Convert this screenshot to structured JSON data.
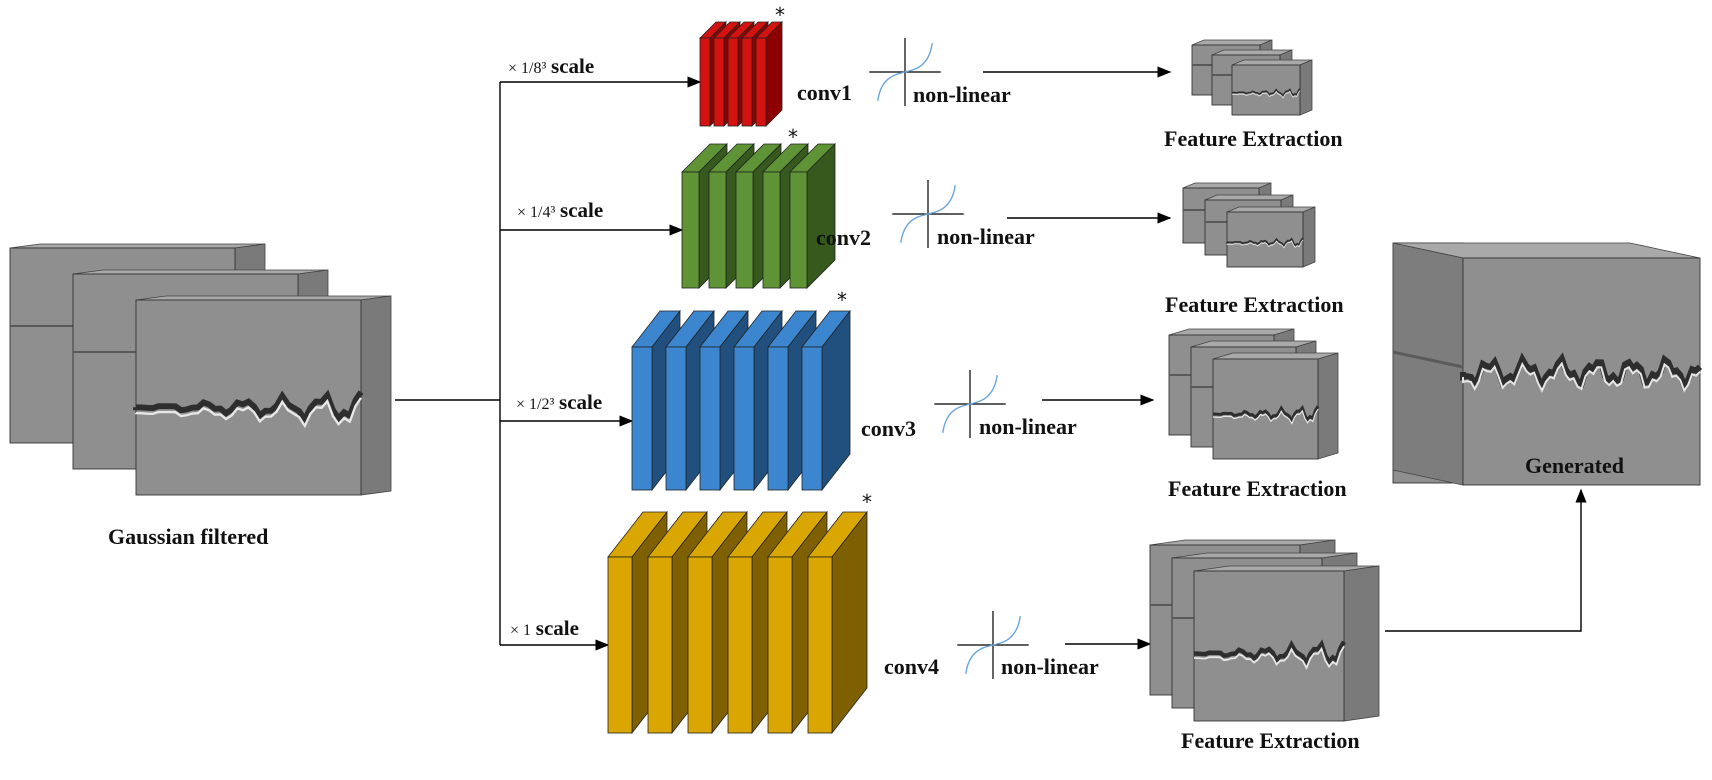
{
  "input": {
    "caption": "Gaussian filtered"
  },
  "branches": [
    {
      "scale_factor": "× 1/8³",
      "scale_word": "scale",
      "conv_label": "conv1",
      "activation_label": "non-linear",
      "output_caption": "Feature Extraction",
      "star": "*",
      "color_front": "#d4120f",
      "color_side": "#8e0000"
    },
    {
      "scale_factor": "× 1/4³",
      "scale_word": "scale",
      "conv_label": "conv2",
      "activation_label": "non-linear",
      "output_caption": "Feature Extraction",
      "star": "*",
      "color_front": "#5e9436",
      "color_side": "#36591e"
    },
    {
      "scale_factor": "× 1/2³",
      "scale_word": "scale",
      "conv_label": "conv3",
      "activation_label": "non-linear",
      "output_caption": "Feature Extraction",
      "star": "*",
      "color_front": "#3c86d0",
      "color_side": "#22507e"
    },
    {
      "scale_factor": "× 1",
      "scale_word": "scale",
      "conv_label": "conv4",
      "activation_label": "non-linear",
      "output_caption": "Feature Extraction",
      "star": "*",
      "color_front": "#d9a602",
      "color_side": "#7f6000"
    }
  ],
  "output": {
    "caption": "Generated"
  },
  "colors": {
    "volume_gray": "#8f8f8f",
    "activation_curve": "#6aa6dc",
    "line": "#000000"
  }
}
